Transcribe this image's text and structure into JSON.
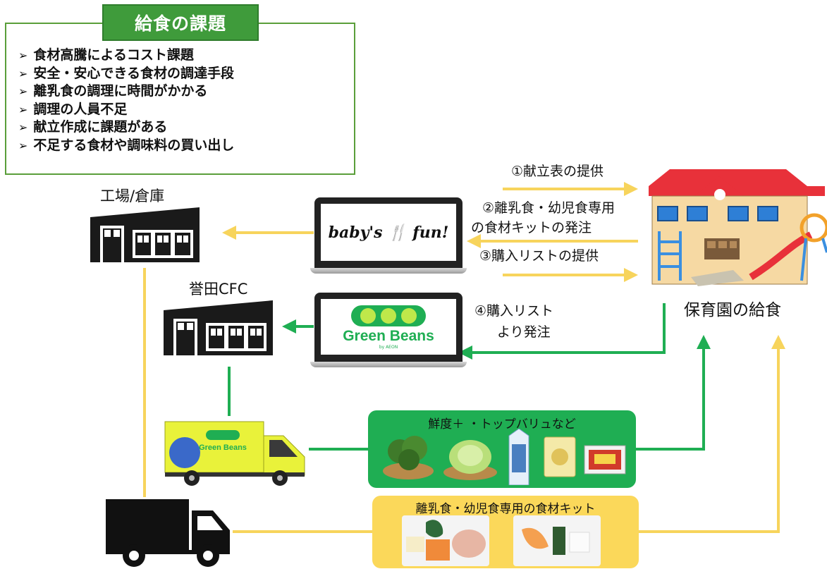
{
  "issues": {
    "title": "給食の課題",
    "items": [
      "食材高騰によるコスト課題",
      "安全・安心できる食材の調達手段",
      "離乳食の調理に時間がかかる",
      "調理の人員不足",
      "献立作成に課題がある",
      "不足する食材や調味料の買い出し"
    ]
  },
  "labels": {
    "factory": "工場/倉庫",
    "cfc": "誉田CFC",
    "nursery": "保育園の給食"
  },
  "steps": {
    "s1": "①献立表の提供",
    "s2_line1": "②離乳食・幼児食専用",
    "s2_line2": "の食材キットの発注",
    "s3": "③購入リストの提供",
    "s4_line1": "④購入リスト",
    "s4_line2": "より発注"
  },
  "logos": {
    "babysfun": "baby's 🍴 fun!",
    "greenbeans": "Green Beans",
    "greenbeans_sub": "by AEON",
    "truck_text": "Green Beans"
  },
  "panels": {
    "green_title": "鮮度＋ ・トップバリュなど",
    "yellow_title": "離乳食・幼児食専用の食材キット"
  },
  "colors": {
    "yellow": "#f7d45c",
    "green": "#1fae53",
    "issues_green": "#3f9b3b"
  }
}
